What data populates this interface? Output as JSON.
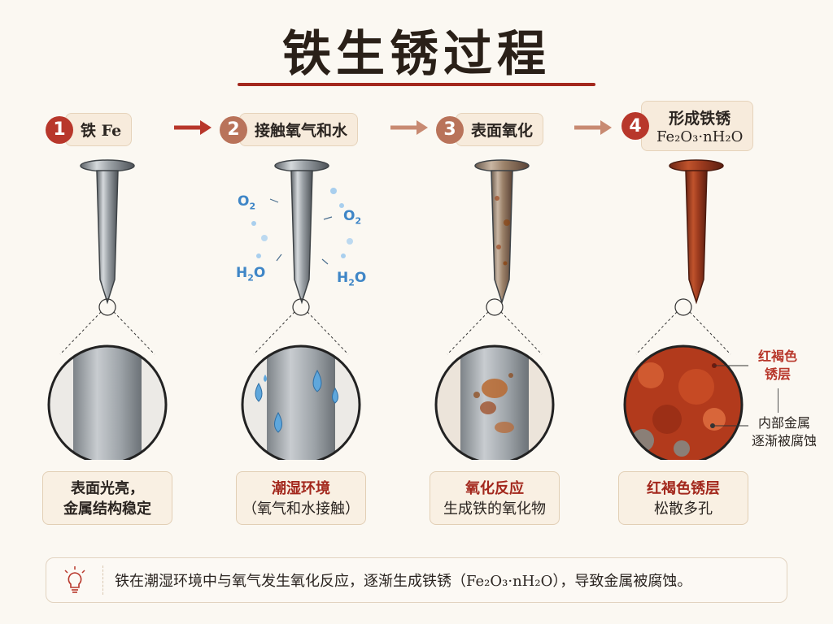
{
  "title": "铁生锈过程",
  "steps": [
    {
      "num": "1",
      "label": "铁 Fe",
      "color": "#b8372b"
    },
    {
      "num": "2",
      "label": "接触氧气和水",
      "color": "#b9735a"
    },
    {
      "num": "3",
      "label": "表面氧化",
      "color": "#b9735a"
    },
    {
      "num": "4",
      "label": "形成铁锈",
      "label2": "Fe₂O₃·nH₂O",
      "color": "#b8372b"
    }
  ],
  "formulas": {
    "o2": "O",
    "o2_sub": "2",
    "h2o_h": "H",
    "h2o_sub": "2",
    "h2o_o": "O"
  },
  "captions": [
    {
      "line1": "表面光亮，",
      "line2": "金属结构稳定"
    },
    {
      "line1": "潮湿环境",
      "line2": "（氧气和水接触）"
    },
    {
      "line1": "氧化反应",
      "line2": "生成铁的氧化物"
    },
    {
      "line1": "红褐色锈层",
      "line2": "松散多孔"
    }
  ],
  "side_labels": {
    "rust_layer": [
      "红褐色",
      "锈层"
    ],
    "inner_metal": [
      "内部金属",
      "逐渐被腐蚀"
    ]
  },
  "footer": "铁在潮湿环境中与氧气发生氧化反应，逐渐生成铁锈（Fe₂O₃·nH₂O），导致金属被腐蚀。",
  "colors": {
    "accent": "#a3281d",
    "water": "#3f86c7",
    "rust": "#a6452a",
    "steel": "#8f959a"
  },
  "icons": [
    "arrow-right-icon",
    "lightbulb-icon"
  ]
}
